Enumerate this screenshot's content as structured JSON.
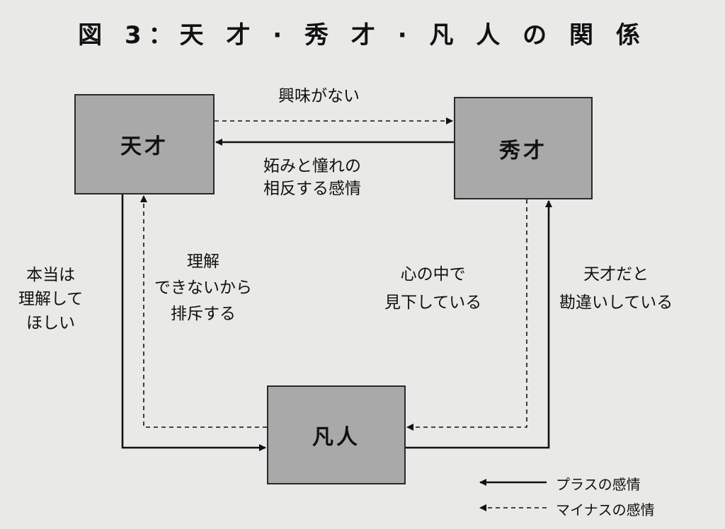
{
  "title": "図 3：天 才 · 秀 才 · 凡 人 の 関 係",
  "boxes": {
    "tensai": "天才",
    "shusai": "秀才",
    "bonjin": "凡人"
  },
  "labels": {
    "no_interest": "興味がない",
    "jealousy": [
      "妬みと憧れの",
      "相反する感情"
    ],
    "want_understood": [
      "本当は",
      "理解して",
      "ほしい"
    ],
    "exclude": [
      "理解",
      "できないから",
      "排斥する"
    ],
    "look_down": [
      "心の中で",
      "見下している"
    ],
    "misunderstand": [
      "天才だと",
      "勘違いしている"
    ]
  },
  "legend": {
    "plus": "プラスの感情",
    "minus": "マイナスの感情"
  }
}
